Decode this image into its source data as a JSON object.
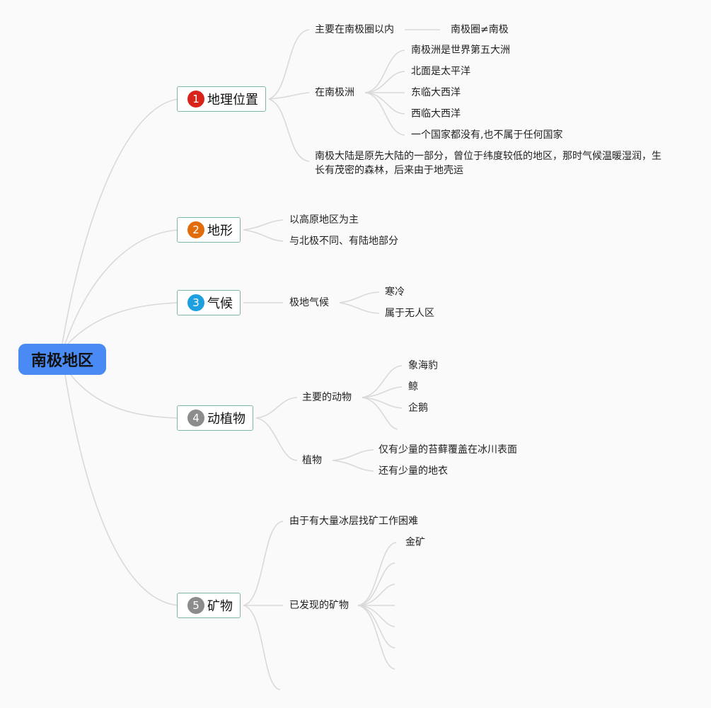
{
  "root": {
    "label": "南极地区"
  },
  "colors": {
    "root_fill": "#4a8af4",
    "topic_border": "#7db5a6",
    "connector": "#d9d9d9",
    "marker_1": "#d8231b",
    "marker_2": "#e36c0a",
    "marker_3": "#1ea0e0",
    "marker_4": "#8c8c8c",
    "marker_5": "#8c8c8c"
  },
  "topics": [
    {
      "marker": "1",
      "label": "地理位置",
      "children": [
        {
          "label": "主要在南极圈以内",
          "children": [
            {
              "label": "南极圈≠南极"
            }
          ]
        },
        {
          "label": "在南极洲",
          "children": [
            {
              "label": "南极洲是世界第五大洲"
            },
            {
              "label": "北面是太平洋"
            },
            {
              "label": "东临大西洋"
            },
            {
              "label": "西临大西洋"
            },
            {
              "label": "一个国家都没有,也不属于任何国家"
            }
          ]
        },
        {
          "label": "南极大陆是原先大陆的一部分，曾位于纬度较低的地区，那时气候温暖湿润，生长有茂密的森林，后来由于地壳运"
        }
      ]
    },
    {
      "marker": "2",
      "label": "地形",
      "children": [
        {
          "label": "以高原地区为主"
        },
        {
          "label": "与北极不同、有陆地部分"
        }
      ]
    },
    {
      "marker": "3",
      "label": "气候",
      "children": [
        {
          "label": "极地气候",
          "children": [
            {
              "label": "寒冷"
            },
            {
              "label": "属于无人区"
            }
          ]
        }
      ]
    },
    {
      "marker": "4",
      "label": "动植物",
      "children": [
        {
          "label": "主要的动物",
          "children": [
            {
              "label": "象海豹"
            },
            {
              "label": "鲸"
            },
            {
              "label": "企鹅"
            },
            {
              "label": ""
            }
          ]
        },
        {
          "label": "植物",
          "children": [
            {
              "label": "仅有少量的苔藓覆盖在冰川表面"
            },
            {
              "label": "还有少量的地衣"
            }
          ]
        }
      ]
    },
    {
      "marker": "5",
      "label": "矿物",
      "children": [
        {
          "label": "由于有大量冰层找矿工作困难"
        },
        {
          "label": "已发现的矿物",
          "children": [
            {
              "label": "金矿"
            },
            {
              "label": ""
            },
            {
              "label": ""
            },
            {
              "label": ""
            },
            {
              "label": ""
            },
            {
              "label": ""
            },
            {
              "label": ""
            }
          ]
        },
        {
          "label": ""
        }
      ]
    }
  ]
}
